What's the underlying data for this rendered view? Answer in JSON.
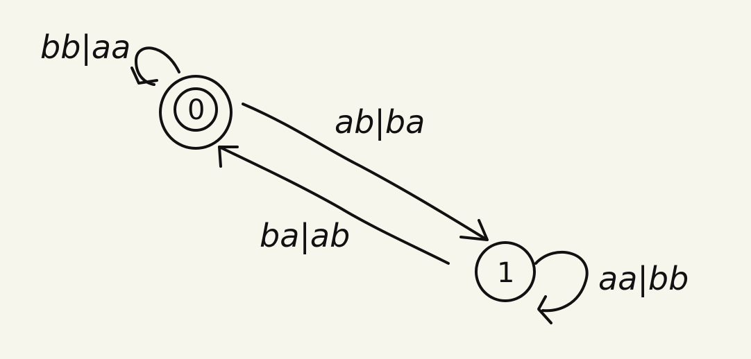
{
  "diagram": {
    "states": {
      "s0": {
        "label": "0",
        "accepting": true
      },
      "s1": {
        "label": "1",
        "accepting": false
      }
    },
    "transitions": {
      "loop_s0": "bb|aa",
      "s0_to_s1": "ab|ba",
      "s1_to_s0": "ba|ab",
      "loop_s1": "aa|bb"
    }
  },
  "colors": {
    "background": "#f7f6ec",
    "ink": "#111111"
  }
}
